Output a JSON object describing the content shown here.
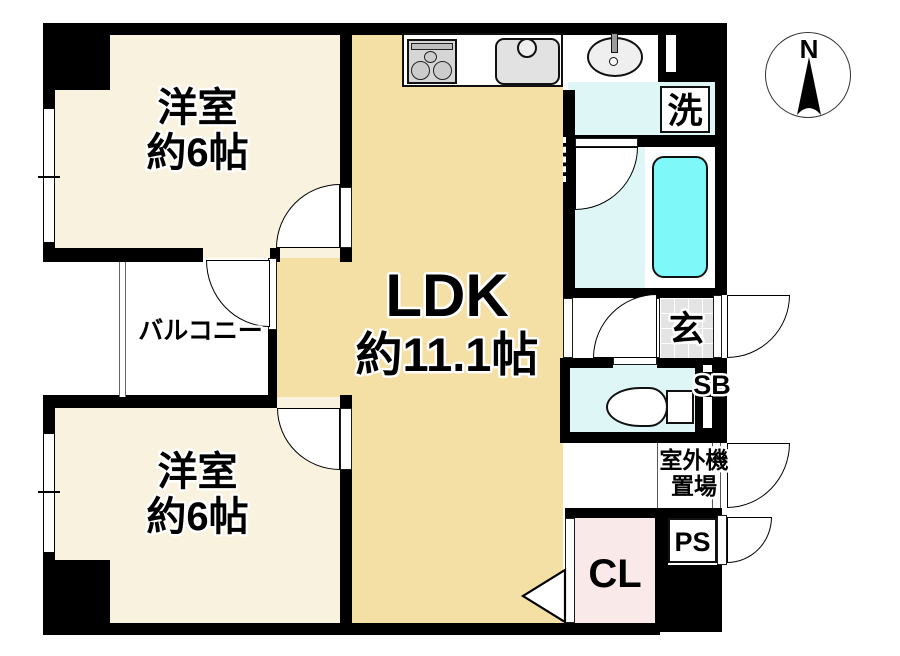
{
  "title": "apartment-floor-plan",
  "labels": {
    "room1": {
      "name": "洋室",
      "size": "約6帖"
    },
    "room2": {
      "name": "洋室",
      "size": "約6帖"
    },
    "ldk": {
      "name": "LDK",
      "size": "約11.1帖"
    },
    "balcony": "バルコニー",
    "laundry": "洗",
    "entrance": "玄",
    "shoe_box": "SB",
    "outdoor_unit_line1": "室外機",
    "outdoor_unit_line2": "置場",
    "pipe_space": "PS",
    "closet": "CL",
    "compass_north": "N"
  },
  "colors": {
    "wall": "#000000",
    "western_room_floor": "#f8f2df",
    "ldk_floor": "#f4dfa4",
    "wet_area_floor": "#def6f6",
    "bathtub": "#7ef8f8",
    "closet_floor": "#fae9e9",
    "entrance_tile": "#e4e4e4",
    "background": "#ffffff"
  }
}
